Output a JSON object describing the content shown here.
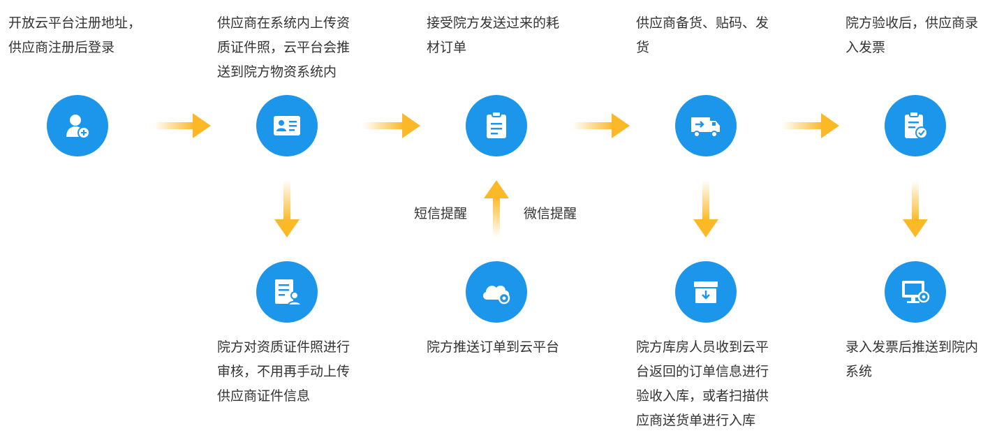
{
  "steps": {
    "s1": {
      "text": "开放云平台注册地址，\n供应商注册后登录",
      "icon": "add-user-icon"
    },
    "s2": {
      "text": "供应商在系统内上传资\n质证件照，云平台会推\n送到院方物资系统内",
      "icon": "id-card-icon"
    },
    "s3": {
      "text": "接受院方发送过来的耗\n材订单",
      "icon": "clipboard-icon"
    },
    "s4": {
      "text": "供应商备货、贴码、发\n货",
      "icon": "delivery-truck-icon"
    },
    "s5": {
      "text": "院方验收后，供应商录\n入发票",
      "icon": "clipboard-check-icon"
    },
    "b2": {
      "text": "院方对资质证件照进行\n审核，不用再手动上传\n供应商证件信息",
      "icon": "document-user-icon"
    },
    "b3": {
      "text": "院方推送订单到云平台",
      "icon": "cloud-settings-icon"
    },
    "b4": {
      "text": "院方库房人员收到云平\n台返回的订单信息进行\n验收入库，或者扫描供\n应商送货单进行入库",
      "icon": "inbox-download-icon"
    },
    "b5": {
      "text": "录入发票后推送到院内\n系统",
      "icon": "monitor-settings-icon"
    }
  },
  "notify": {
    "sms": "短信提醒",
    "wechat": "微信提醒"
  },
  "colors": {
    "circle": "#1c96ea",
    "arrow": "#fbb928"
  }
}
